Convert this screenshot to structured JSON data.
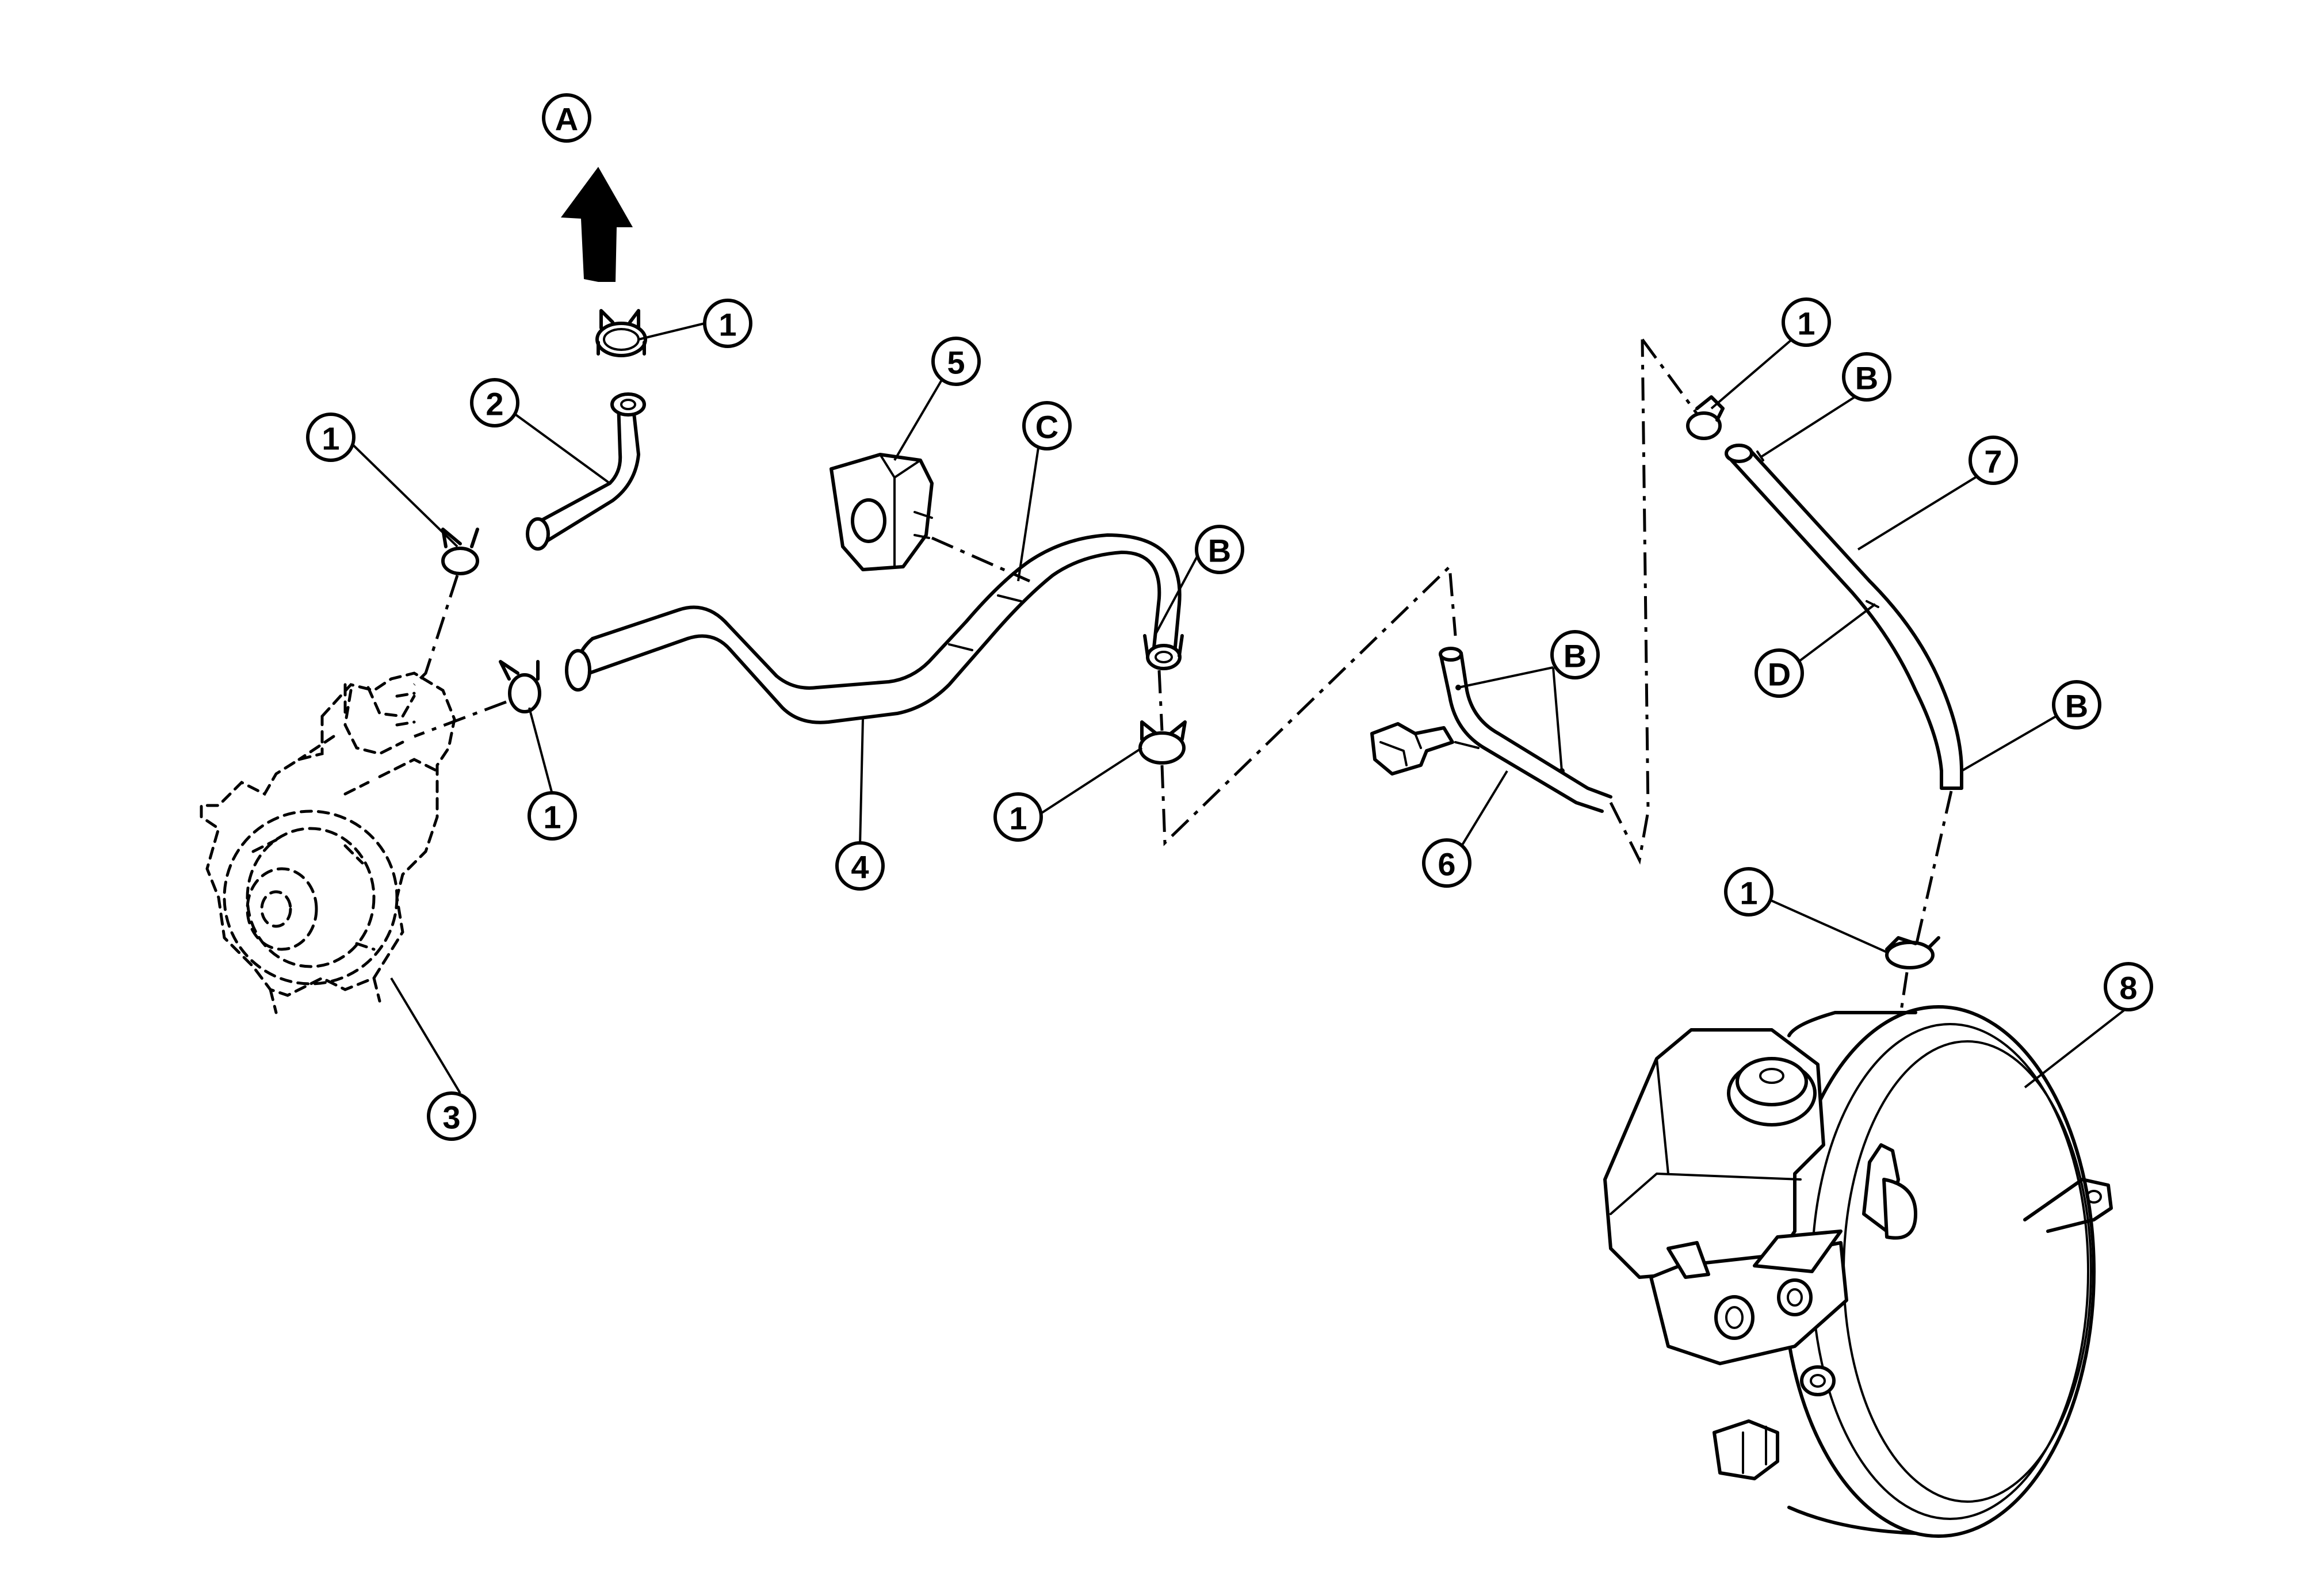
{
  "callouts": {
    "A": "A",
    "B": "B",
    "C": "C",
    "D": "D",
    "n1": "1",
    "n2": "2",
    "n3": "3",
    "n4": "4",
    "n5": "5",
    "n6": "6",
    "n7": "7",
    "n8": "8"
  }
}
